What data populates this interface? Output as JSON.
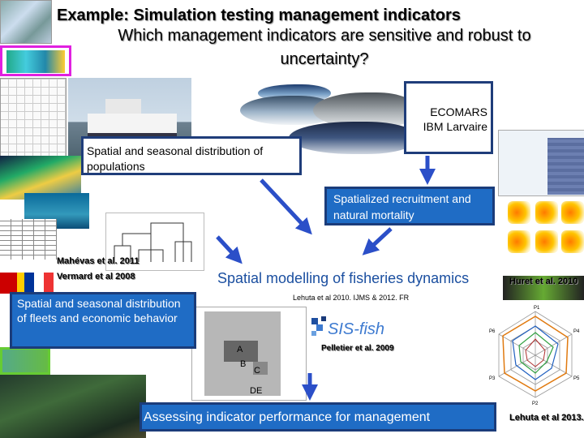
{
  "header": {
    "title": "Example: Simulation testing management indicators",
    "subtitle": "Which management indicators are sensitive and robust to uncertainty?"
  },
  "boxes": {
    "ecomars": "ECOMARS IBM Larvaire",
    "spatial_populations": "Spatial and seasonal distribution of populations",
    "recruitment": "Spatialized recruitment and natural mortality",
    "fleets": "Spatial and seasonal distribution of fleets and economic behavior",
    "assessing": "Assessing indicator performance for management"
  },
  "center": {
    "modelling": "Spatial modelling of fisheries dynamics",
    "modelling_ref": "Lehuta et al 2010. IJMS & 2012. FR",
    "logo_text": "SIS-fish",
    "zones": [
      "A",
      "B",
      "C",
      "DE"
    ]
  },
  "references": {
    "mahevas": "Mahévas et al. 2011",
    "vermard": "Vermard et al 2008",
    "pelletier": "Pelletier et al. 2009",
    "huret": "Huret et al. 2010",
    "lehuta2013": "Lehuta et al 2013."
  },
  "radar": {
    "axes": [
      "P1",
      "P4",
      "P5",
      "P2",
      "P3",
      "P6"
    ]
  },
  "colors": {
    "box_blue": "#1f6cc5",
    "box_border": "#1f3d7a",
    "arrow_blue": "#2b4fc8",
    "title_blue": "#1b4fa0"
  }
}
